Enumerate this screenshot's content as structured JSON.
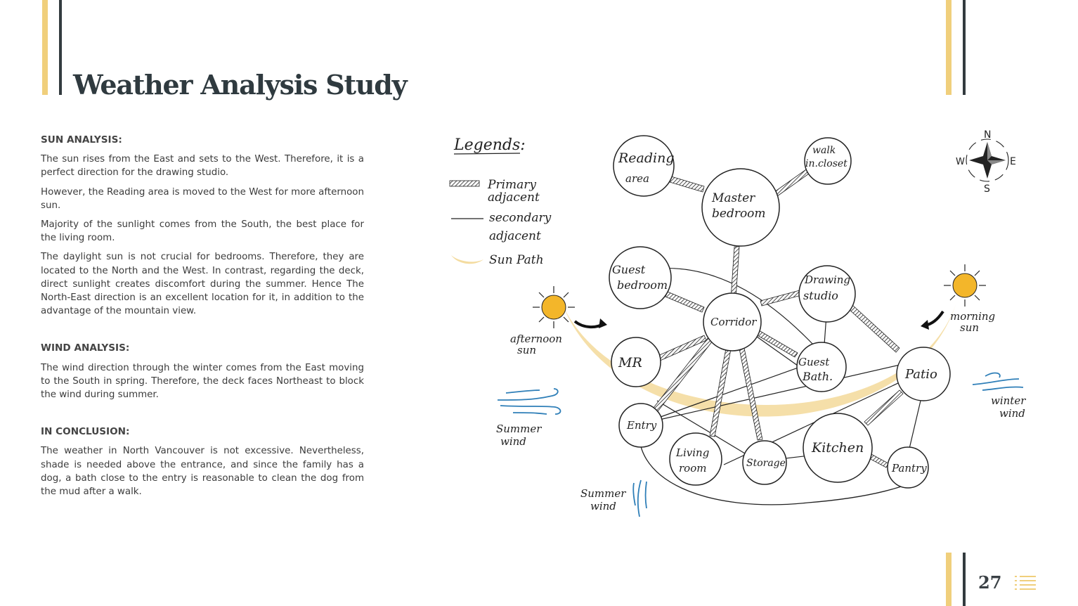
{
  "title": "Weather Analysis Study",
  "sections": {
    "sun": {
      "heading": "SUN ANALYSIS:",
      "paragraphs": [
        "The sun rises from the East and sets to the West. Therefore, it is a perfect direction for the drawing studio.",
        "However, the Reading area is moved to the West for more afternoon sun.",
        "Majority of the sunlight comes from the South, the best place for the living room.",
        "The daylight sun is not crucial for bedrooms. Therefore, they are located to the North and the West. In contrast, regarding the deck, direct sunlight creates discomfort during the summer. Hence The North-East direction is an excellent location for it, in addition to the advantage of the mountain view."
      ]
    },
    "wind": {
      "heading": "WIND ANALYSIS:",
      "paragraphs": [
        "The wind direction through the winter comes from the East moving to the South in spring. Therefore, the deck faces Northeast to block the wind during summer."
      ]
    },
    "conclusion": {
      "heading": "IN CONCLUSION:",
      "paragraphs": [
        "The weather in North Vancouver is not excessive. Nevertheless, shade is needed above the entrance, and since the family has a dog, a bath close to the entry is reasonable to clean the dog from the mud after a walk."
      ]
    }
  },
  "diagram": {
    "legend": {
      "title": "Legends:",
      "primary": [
        "Primary",
        "adjacent"
      ],
      "secondary": [
        "secondary",
        "adjacent"
      ],
      "sun_path": "Sun Path"
    },
    "rooms": {
      "reading": [
        "Reading",
        "area"
      ],
      "walk_in": [
        "walk",
        "in.closet"
      ],
      "master": [
        "Master",
        "bedroom"
      ],
      "guest_bed": [
        "Guest",
        "bedroom"
      ],
      "drawing": [
        "Drawing",
        "studio"
      ],
      "corridor": [
        "Corridor"
      ],
      "mr": [
        "MR"
      ],
      "guest_bath": [
        "Guest",
        "Bath."
      ],
      "patio": [
        "Patio"
      ],
      "entry": [
        "Entry"
      ],
      "living": [
        "Living",
        "room"
      ],
      "storage": [
        "Storage"
      ],
      "kitchen": [
        "Kitchen"
      ],
      "pantry": [
        "Pantry"
      ]
    },
    "labels": {
      "afternoon_sun": [
        "afternoon",
        "sun"
      ],
      "morning_sun": [
        "morning",
        "sun"
      ],
      "summer_wind_left": [
        "Summer",
        "wind"
      ],
      "summer_wind_bottom": [
        "Summer",
        "wind"
      ],
      "winter_wind": [
        "winter",
        "wind"
      ]
    },
    "compass": {
      "n": "N",
      "s": "S",
      "e": "E",
      "w": "W"
    },
    "colors": {
      "sun": "#f3b62a",
      "sun_path": "#f4dca0",
      "wind": "#2f7fb8"
    }
  },
  "page_number": "27"
}
